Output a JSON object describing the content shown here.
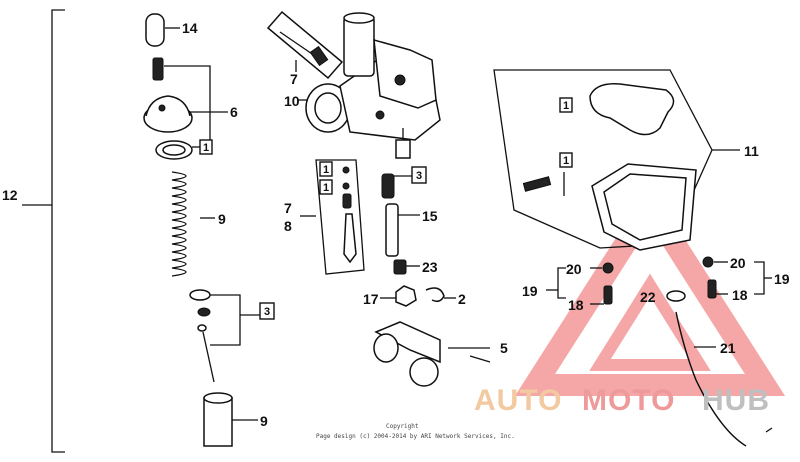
{
  "diagram": {
    "labels": {
      "p14": "14",
      "p7top": "7",
      "p10": "10",
      "p6": "6",
      "p12": "12",
      "p9a": "9",
      "p9b": "9",
      "p11": "11",
      "p7": "7",
      "p8": "8",
      "p15": "15",
      "p23": "23",
      "p17": "17",
      "p2": "2",
      "p5": "5",
      "p20l": "20",
      "p19l": "19",
      "p18l": "18",
      "p22": "22",
      "p20r": "20",
      "p19r": "19",
      "p18r": "18",
      "p21": "21"
    },
    "boxed_labels": {
      "b1a": "1",
      "b1b": "1",
      "b3a": "3",
      "b1c": "1",
      "b1d": "1",
      "b1e": "1",
      "b3b": "3"
    },
    "copyright": {
      "line1": "Copyright",
      "line2": "Page design (c) 2004-2014 by ARI Network Services, Inc."
    }
  },
  "watermark": {
    "part1": "AUTO",
    "part2": "MOTO",
    "part3": "HUB",
    "colors": {
      "auto": "#f2c9a0",
      "moto": "#ee9a9a",
      "hub": "#bfbfbf",
      "triangle": "#f28a8a"
    }
  }
}
